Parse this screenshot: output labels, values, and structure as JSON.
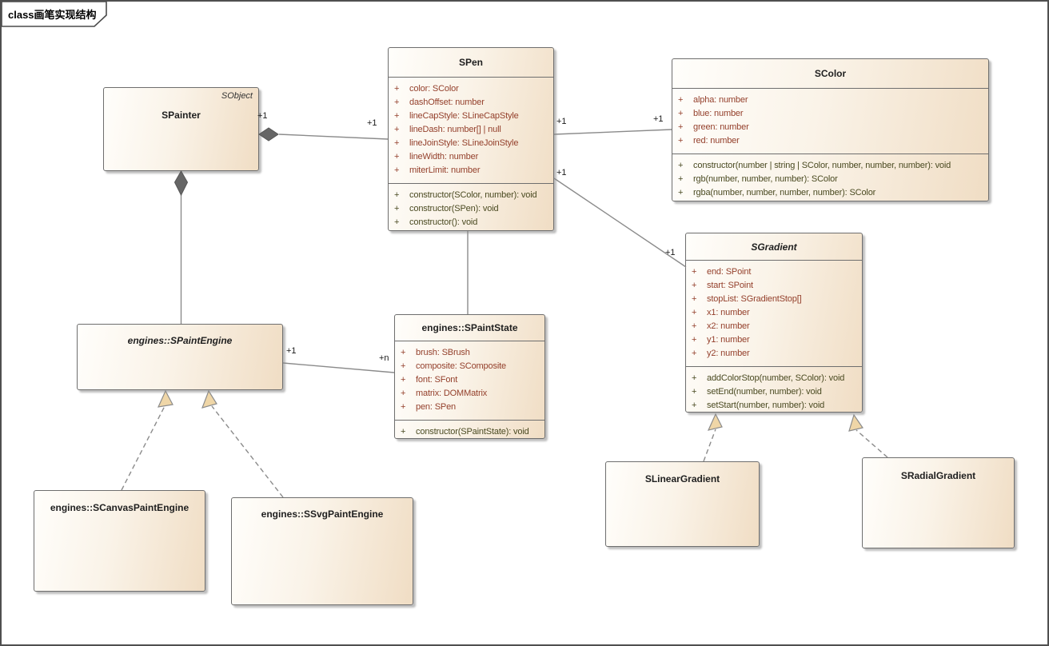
{
  "frame": {
    "label": "class画笔实现结构"
  },
  "colors": {
    "box_fill_left": "#fffefb",
    "box_fill_right": "#f0ddc4",
    "box_border": "#6e6e6e",
    "attribute_text": "#94402c",
    "method_text": "#4a4a21",
    "line": "#8b8b8b",
    "diamond_fill": "#666666",
    "triangle_fill": "#efd6a7"
  },
  "classes": {
    "spainter": {
      "name": "SPainter",
      "tag": "SObject"
    },
    "spen": {
      "name": "SPen",
      "attributes": [
        {
          "vis": "+",
          "text": "color: SColor"
        },
        {
          "vis": "+",
          "text": "dashOffset: number"
        },
        {
          "vis": "+",
          "text": "lineCapStyle: SLineCapStyle"
        },
        {
          "vis": "+",
          "text": "lineDash: number[] | null"
        },
        {
          "vis": "+",
          "text": "lineJoinStyle: SLineJoinStyle"
        },
        {
          "vis": "+",
          "text": "lineWidth: number"
        },
        {
          "vis": "+",
          "text": "miterLimit: number"
        }
      ],
      "methods": [
        {
          "vis": "+",
          "text": "constructor(SColor, number): void"
        },
        {
          "vis": "+",
          "text": "constructor(SPen): void"
        },
        {
          "vis": "+",
          "text": "constructor(): void"
        }
      ]
    },
    "scolor": {
      "name": "SColor",
      "attributes": [
        {
          "vis": "+",
          "text": "alpha: number"
        },
        {
          "vis": "+",
          "text": "blue: number"
        },
        {
          "vis": "+",
          "text": "green: number"
        },
        {
          "vis": "+",
          "text": "red: number"
        }
      ],
      "methods": [
        {
          "vis": "+",
          "text": "constructor(number | string | SColor, number, number, number): void"
        },
        {
          "vis": "+",
          "text": "rgb(number, number, number): SColor"
        },
        {
          "vis": "+",
          "text": "rgba(number, number, number, number): SColor"
        }
      ]
    },
    "sgradient": {
      "name": "SGradient",
      "attributes": [
        {
          "vis": "+",
          "text": "end: SPoint"
        },
        {
          "vis": "+",
          "text": "start: SPoint"
        },
        {
          "vis": "+",
          "text": "stopList: SGradientStop[]"
        },
        {
          "vis": "+",
          "text": "x1: number"
        },
        {
          "vis": "+",
          "text": "x2: number"
        },
        {
          "vis": "+",
          "text": "y1: number"
        },
        {
          "vis": "+",
          "text": "y2: number"
        }
      ],
      "methods": [
        {
          "vis": "+",
          "text": "addColorStop(number, SColor): void"
        },
        {
          "vis": "+",
          "text": "setEnd(number, number): void"
        },
        {
          "vis": "+",
          "text": "setStart(number, number): void"
        }
      ]
    },
    "spaintengine": {
      "name": "engines::SPaintEngine"
    },
    "spaintstate": {
      "name": "engines::SPaintState",
      "attributes": [
        {
          "vis": "+",
          "text": "brush: SBrush"
        },
        {
          "vis": "+",
          "text": "composite: SComposite"
        },
        {
          "vis": "+",
          "text": "font: SFont"
        },
        {
          "vis": "+",
          "text": "matrix: DOMMatrix"
        },
        {
          "vis": "+",
          "text": "pen: SPen"
        }
      ],
      "methods": [
        {
          "vis": "+",
          "text": "constructor(SPaintState): void"
        }
      ]
    },
    "scanvaspaintengine": {
      "name": "engines::SCanvasPaintEngine"
    },
    "ssvgpaintengine": {
      "name": "engines::SSvgPaintEngine"
    },
    "slineargradient": {
      "name": "SLinearGradient"
    },
    "sradialgradient": {
      "name": "SRadialGradient"
    }
  },
  "edge_labels": {
    "painter_pen_src": "+1",
    "painter_pen_dst": "+1",
    "pen_color_src": "+1",
    "pen_color_dst": "+1",
    "pen_gradient_src": "+1",
    "pen_gradient_dst": "+1",
    "engine_state_src": "+1",
    "engine_state_dst": "+n"
  }
}
